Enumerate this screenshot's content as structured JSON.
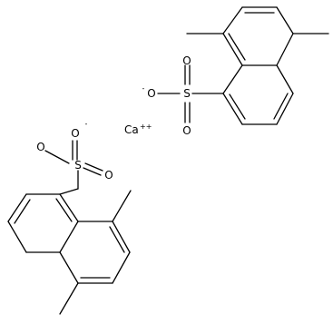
{
  "molecule": {
    "atoms": {
      "O": "O",
      "S": "S",
      "Ca": "Ca",
      "minus": "-",
      "plus2": "++"
    }
  }
}
